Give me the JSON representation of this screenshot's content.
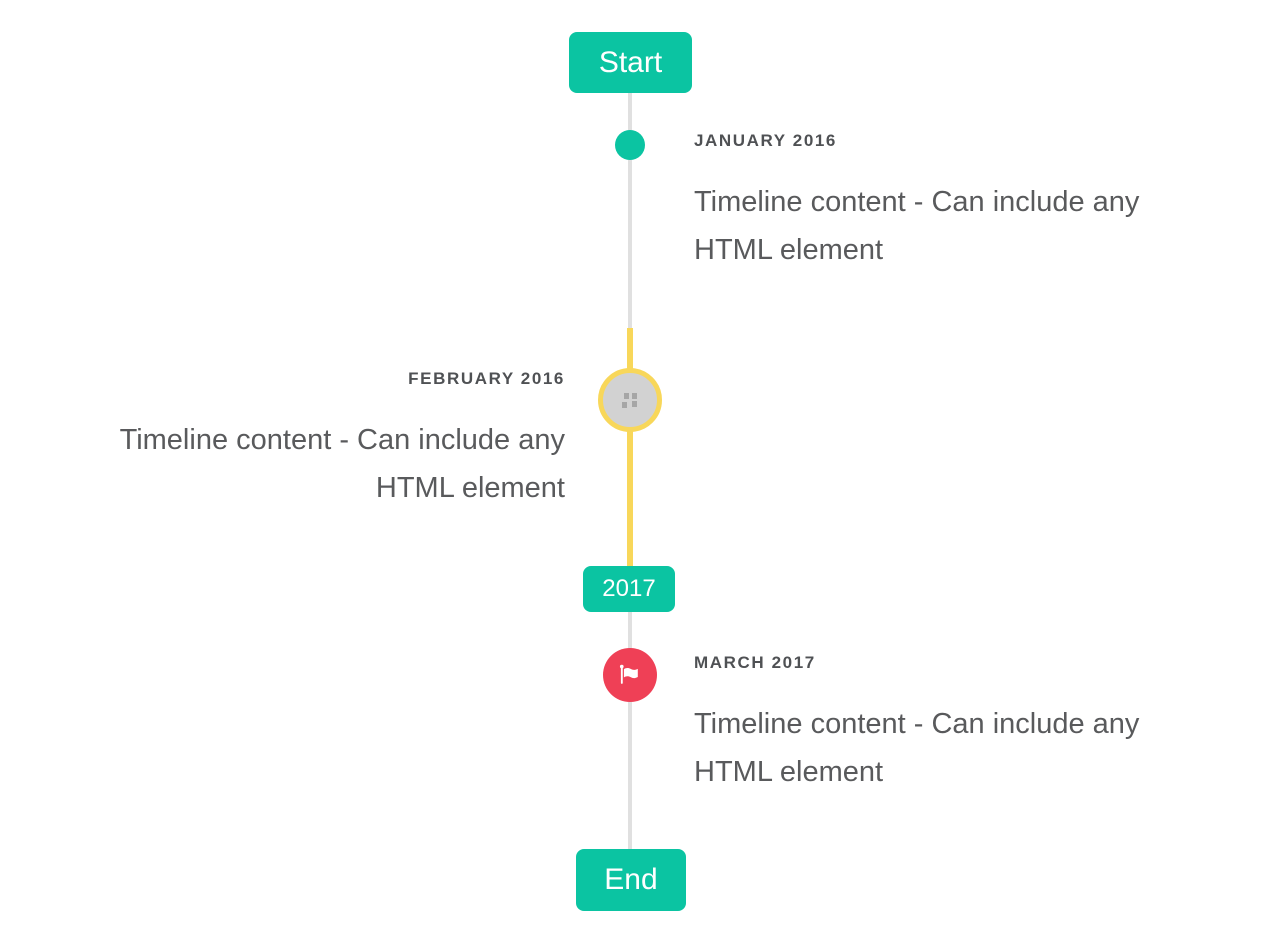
{
  "timeline": {
    "start_badge": "Start",
    "year_badge": "2017",
    "end_badge": "End",
    "entries": [
      {
        "title": "JANUARY 2016",
        "content": "Timeline content - Can include any HTML element",
        "side": "right",
        "marker": "teal-dot"
      },
      {
        "title": "FEBRUARY 2016",
        "content": "Timeline content - Can include any HTML element",
        "side": "left",
        "marker": "image-placeholder-with-yellow-ring"
      },
      {
        "title": "MARCH 2017",
        "content": "Timeline content - Can include any HTML element",
        "side": "right",
        "marker": "red-flag-circle"
      }
    ],
    "colors": {
      "accent_teal": "#0bc4a2",
      "highlight_yellow": "#f8d75a",
      "flag_red": "#ef4056",
      "line_gray": "#e0e0e0",
      "placeholder_gray": "#d2d2d2",
      "title_text": "#4f5154",
      "content_text": "#595a5c"
    }
  }
}
